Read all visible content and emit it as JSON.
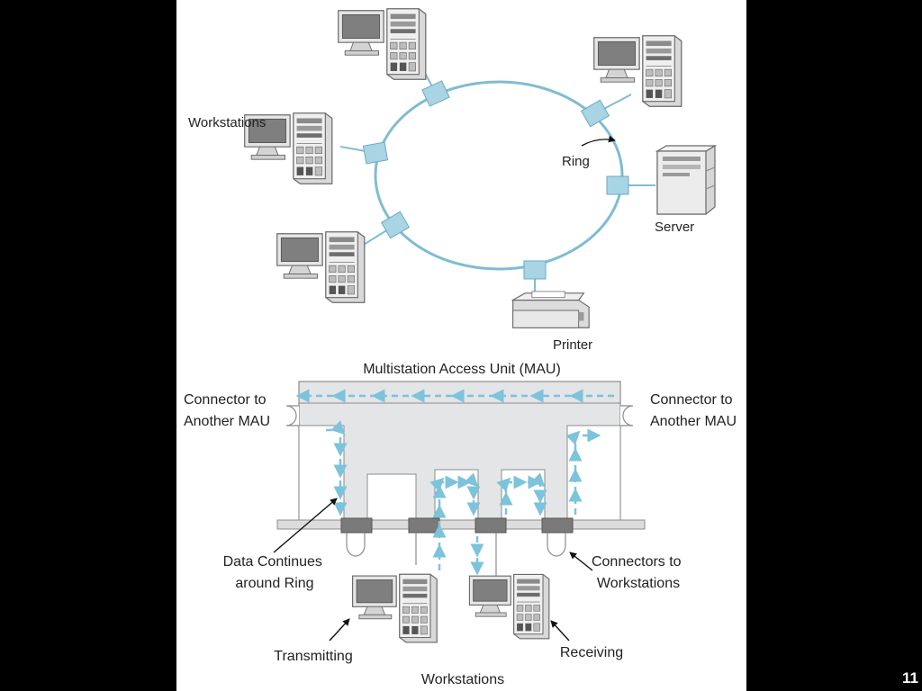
{
  "slide": {
    "page_number": "11"
  },
  "ring_diagram": {
    "labels": {
      "workstations": "Workstations",
      "ring": "Ring",
      "server": "Server",
      "printer": "Printer"
    }
  },
  "mau_diagram": {
    "title": "Multistation Access Unit (MAU)",
    "connector_left": [
      "Connector to",
      "Another MAU"
    ],
    "connector_right": [
      "Connector to",
      "Another MAU"
    ],
    "data_continues": [
      "Data Continues",
      "around Ring"
    ],
    "connectors_to_workstations": [
      "Connectors to",
      "Workstations"
    ],
    "transmitting": "Transmitting",
    "receiving": "Receiving",
    "workstations": "Workstations"
  },
  "colors": {
    "ring": "#7fbcd2",
    "connector_box": "#a9d4e4",
    "arrow": "#7cc3dc",
    "mau_panel": "#e3e5e6",
    "port": "#7a7a7a",
    "background": "#000000",
    "page_number": "#ffffff"
  }
}
